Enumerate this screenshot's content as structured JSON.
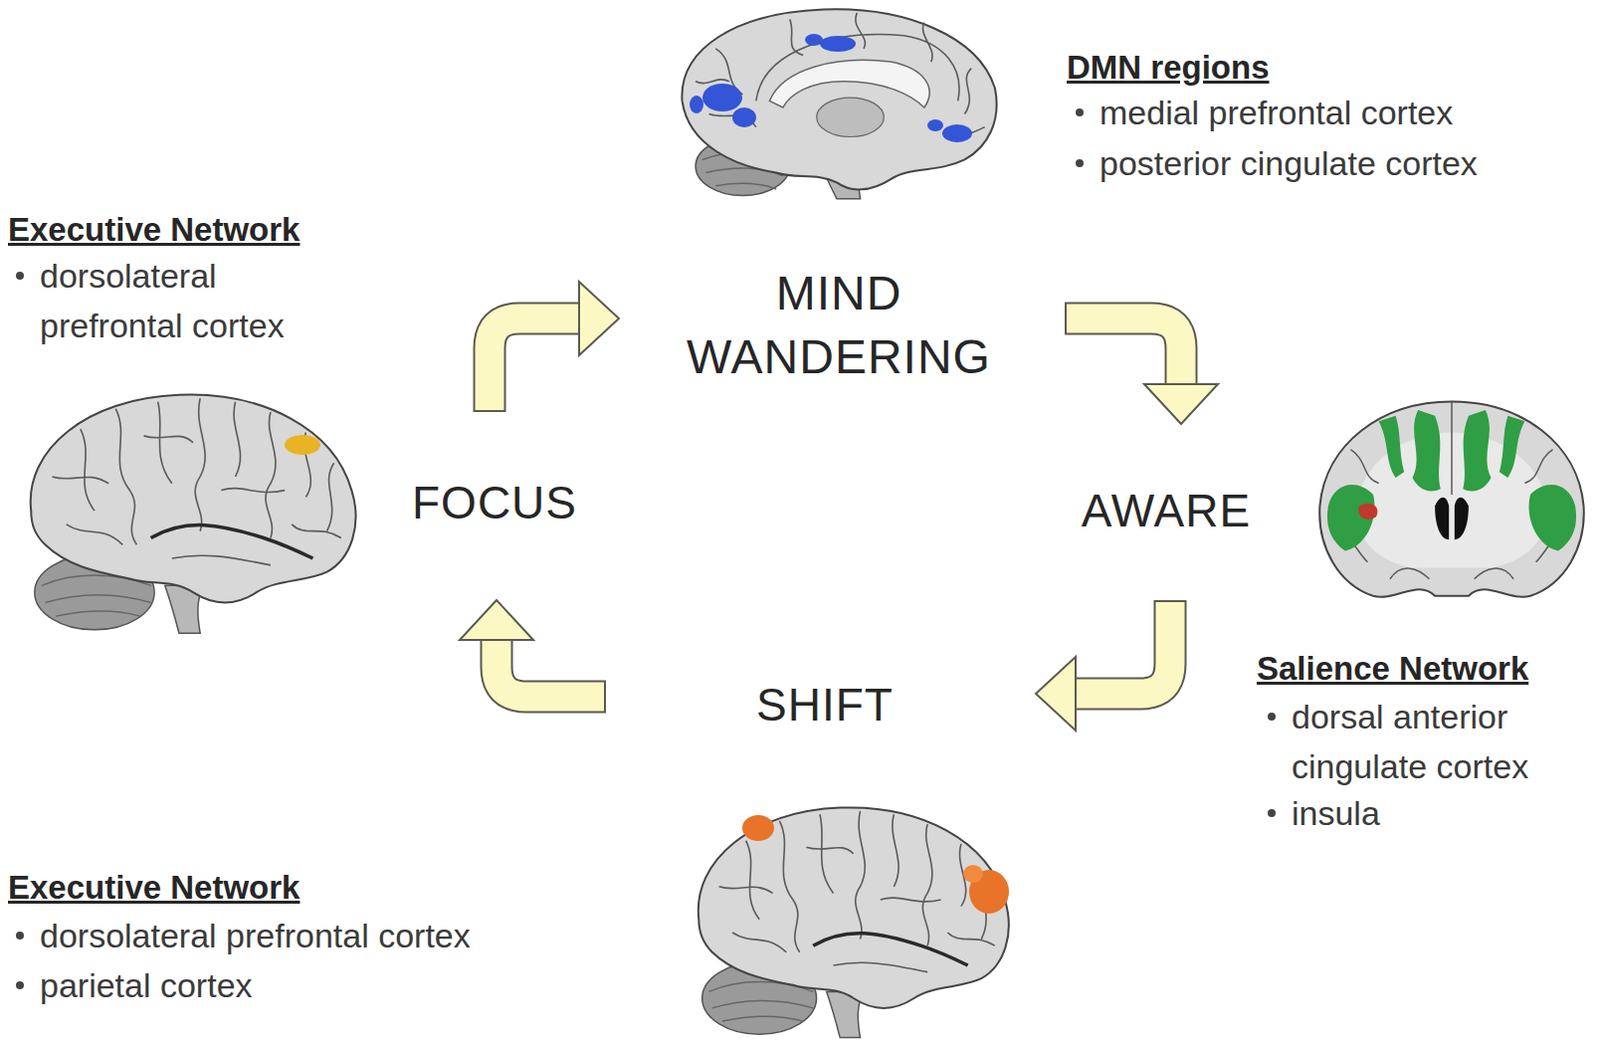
{
  "diagram": {
    "nodes": [
      {
        "text": [
          "MIND WANDERING"
        ]
      },
      {
        "text": [
          "AWARE"
        ]
      },
      {
        "text": [
          "SHIFT"
        ]
      },
      {
        "text": [
          "FOCUS"
        ]
      }
    ],
    "edges": [
      {
        "from": 3,
        "to": 0,
        "arrow": "to"
      },
      {
        "from": 0,
        "to": 1,
        "arrow": "to"
      },
      {
        "from": 1,
        "to": 2,
        "arrow": "to"
      },
      {
        "from": 2,
        "to": 3,
        "arrow": "to"
      }
    ],
    "labels": [
      "DMN regions",
      "medial prefrontal cortex",
      "posterior cingulate cortex",
      "Executive Network",
      "dorsolateral prefrontal cortex",
      "Salience Network",
      "dorsal anterior cingulate cortex",
      "insula",
      "Executive Network",
      "dorsolateral prefrontal cortex",
      "parietal cortex"
    ]
  }
}
